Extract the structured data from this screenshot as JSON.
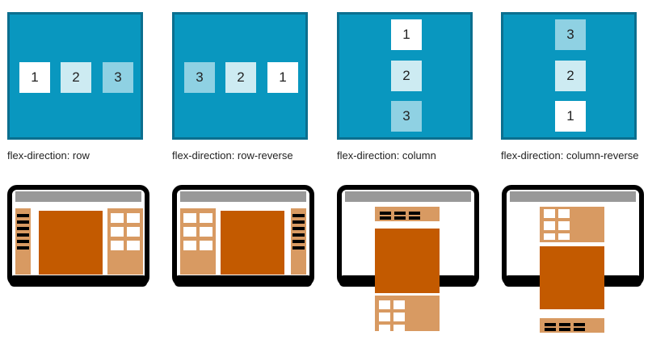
{
  "items": {
    "one": "1",
    "two": "2",
    "three": "3"
  },
  "captions": {
    "row": "flex-direction: row",
    "row_reverse": "flex-direction: row-reverse",
    "column": "flex-direction: column",
    "column_reverse": "flex-direction: column-reverse"
  },
  "colors": {
    "panel": "#0997bf",
    "panel_border": "#0b6f8f",
    "item_1": "#ffffff",
    "item_2": "#cdebf2",
    "item_3": "#8fd1e3",
    "screen_header": "#999999",
    "main_block": "#c35a00",
    "side_block": "#d89a62",
    "device_frame": "#000000"
  }
}
